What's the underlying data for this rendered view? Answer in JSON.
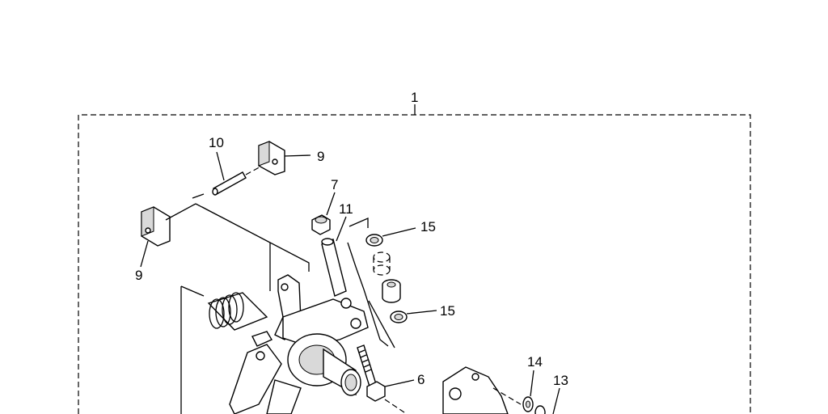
{
  "diagram": {
    "callouts": [
      {
        "id": "c1",
        "text": "1"
      },
      {
        "id": "c10",
        "text": "10"
      },
      {
        "id": "c9a",
        "text": "9"
      },
      {
        "id": "c9b",
        "text": "9"
      },
      {
        "id": "c7",
        "text": "7"
      },
      {
        "id": "c11",
        "text": "11"
      },
      {
        "id": "c15a",
        "text": "15"
      },
      {
        "id": "c15b",
        "text": "15"
      },
      {
        "id": "c6",
        "text": "6"
      },
      {
        "id": "c14",
        "text": "14"
      },
      {
        "id": "c13",
        "text": "13"
      }
    ]
  }
}
